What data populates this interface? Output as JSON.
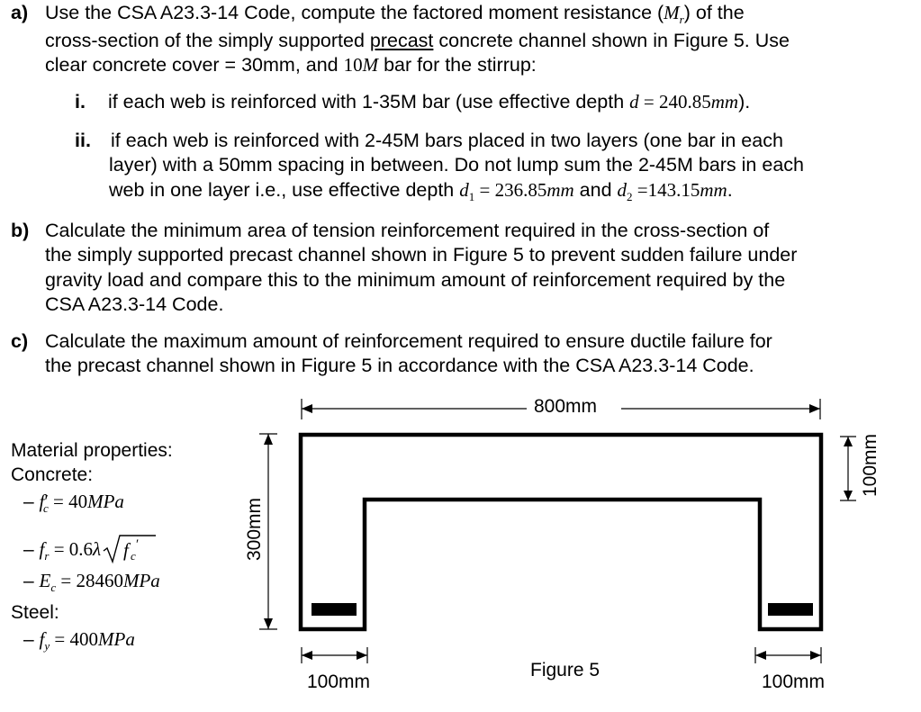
{
  "questions": {
    "a": {
      "letter": "a)",
      "line1_pre": "Use the CSA A23.3-14 Code, compute the factored moment resistance (",
      "line1_sym": "M",
      "line1_sub": "r",
      "line1_post": ") of the",
      "line2_pre": "cross-section of the simply supported ",
      "line2_underlined": "precast",
      "line2_post": " concrete channel shown in Figure 5. Use",
      "line3_pre": "clear concrete cover = 30mm, and ",
      "line3_num": "10",
      "line3_sym": "M",
      "line3_post": "  bar for the stirrup:",
      "i": {
        "num": "i.",
        "text": "if each web is reinforced with 1-35M bar (use effective depth ",
        "sym": "d",
        "eq": " = 240.85",
        "unit": "mm",
        "close": ")."
      },
      "ii": {
        "num": "ii.",
        "line1": "if each web is reinforced with 2-45M bars placed in two layers (one bar in  each",
        "line2": "layer) with a 50mm spacing in between. Do not lump sum the 2-45M bars in each",
        "line3_pre": "web in one layer i.e., use effective depth ",
        "d1_sym": "d",
        "d1_sub": "1",
        "d1_eq": " = 236.85",
        "d1_unit": "mm",
        "and": "  and ",
        "d2_sym": "d",
        "d2_sub": "2",
        "d2_eq": " =143.15",
        "d2_unit": "mm",
        "end": "."
      }
    },
    "b": {
      "letter": "b)",
      "line1": "Calculate the minimum area of tension reinforcement required in the cross-section of",
      "line2": "the simply supported precast channel shown in Figure 5 to prevent sudden failure under",
      "line3": "gravity load and compare this to the minimum amount of reinforcement required by the",
      "line4": "CSA A23.3-14 Code."
    },
    "c": {
      "letter": "c)",
      "line1": "Calculate the maximum amount of reinforcement required to ensure ductile failure for",
      "line2": "the precast channel shown in Figure 5 in accordance with the CSA A23.3-14 Code."
    }
  },
  "properties": {
    "heading": "Material properties:",
    "concrete_label": "Concrete:",
    "dash": "–",
    "fc": {
      "sym": "f",
      "sub": "c",
      "prime": "′",
      "eq": " = 40",
      "unit": "MPa"
    },
    "fr": {
      "sym": "f",
      "sub": "r",
      "eq": " = 0.6",
      "lambda": "λ"
    },
    "ec": {
      "sym": "E",
      "sub": "c",
      "eq": " = 28460",
      "unit": "MPa"
    },
    "steel_label": "Steel:",
    "fy": {
      "sym": "f",
      "sub": "y",
      "eq": " = 400",
      "unit": "MPa"
    }
  },
  "figure": {
    "caption": "Figure 5",
    "dim_width": "800mm",
    "dim_height": "300mm",
    "dim_flange": "100mm",
    "dim_web_left": "100mm",
    "dim_web_right": "100mm"
  }
}
